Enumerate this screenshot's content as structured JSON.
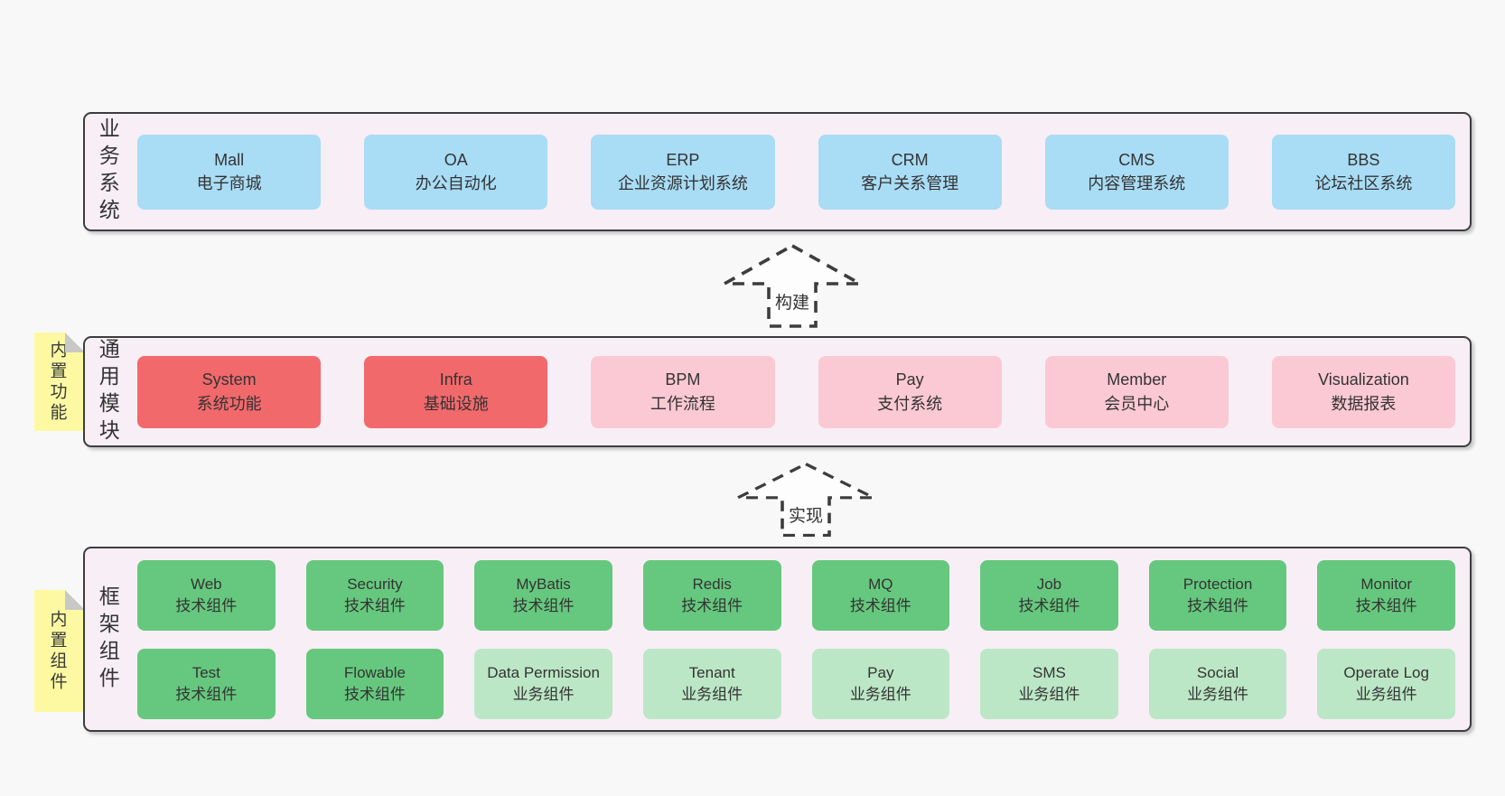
{
  "colors": {
    "blue": "#a9dcf5",
    "red": "#f2696c",
    "pink": "#fbc9d3",
    "green": "#66c87e",
    "lightgreen": "#bce7c6",
    "band": "#f8eef6",
    "note": "#fcf9a2",
    "fold": "#c8c8c6",
    "border": "#3d3d3d",
    "text": "#333333",
    "page": "#f8f8f8"
  },
  "arrows": [
    {
      "label": "构建"
    },
    {
      "label": "实现"
    }
  ],
  "bands": [
    {
      "id": "business-systems",
      "side_label": "业务系统",
      "rows": [
        {
          "boxes": [
            {
              "name": "Mall",
              "desc": "电子商城",
              "color": "blue"
            },
            {
              "name": "OA",
              "desc": "办公自动化",
              "color": "blue"
            },
            {
              "name": "ERP",
              "desc": "企业资源计划系统",
              "color": "blue"
            },
            {
              "name": "CRM",
              "desc": "客户关系管理",
              "color": "blue"
            },
            {
              "name": "CMS",
              "desc": "内容管理系统",
              "color": "blue"
            },
            {
              "name": "BBS",
              "desc": "论坛社区系统",
              "color": "blue"
            }
          ]
        }
      ]
    },
    {
      "id": "common-modules",
      "side_label": "通用模块",
      "note": "内置功能",
      "rows": [
        {
          "boxes": [
            {
              "name": "System",
              "desc": "系统功能",
              "color": "red"
            },
            {
              "name": "Infra",
              "desc": "基础设施",
              "color": "red"
            },
            {
              "name": "BPM",
              "desc": "工作流程",
              "color": "pink"
            },
            {
              "name": "Pay",
              "desc": "支付系统",
              "color": "pink"
            },
            {
              "name": "Member",
              "desc": "会员中心",
              "color": "pink"
            },
            {
              "name": "Visualization",
              "desc": "数据报表",
              "color": "pink"
            }
          ]
        }
      ]
    },
    {
      "id": "framework-components",
      "side_label": "框架组件",
      "note": "内置组件",
      "rows": [
        {
          "boxes": [
            {
              "name": "Web",
              "desc": "技术组件",
              "color": "green"
            },
            {
              "name": "Security",
              "desc": "技术组件",
              "color": "green"
            },
            {
              "name": "MyBatis",
              "desc": "技术组件",
              "color": "green"
            },
            {
              "name": "Redis",
              "desc": "技术组件",
              "color": "green"
            },
            {
              "name": "MQ",
              "desc": "技术组件",
              "color": "green"
            },
            {
              "name": "Job",
              "desc": "技术组件",
              "color": "green"
            },
            {
              "name": "Protection",
              "desc": "技术组件",
              "color": "green"
            },
            {
              "name": "Monitor",
              "desc": "技术组件",
              "color": "green"
            }
          ]
        },
        {
          "boxes": [
            {
              "name": "Test",
              "desc": "技术组件",
              "color": "green"
            },
            {
              "name": "Flowable",
              "desc": "技术组件",
              "color": "green"
            },
            {
              "name": "Data Permission",
              "desc": "业务组件",
              "color": "lightgreen"
            },
            {
              "name": "Tenant",
              "desc": "业务组件",
              "color": "lightgreen"
            },
            {
              "name": "Pay",
              "desc": "业务组件",
              "color": "lightgreen"
            },
            {
              "name": "SMS",
              "desc": "业务组件",
              "color": "lightgreen"
            },
            {
              "name": "Social",
              "desc": "业务组件",
              "color": "lightgreen"
            },
            {
              "name": "Operate Log",
              "desc": "业务组件",
              "color": "lightgreen"
            }
          ]
        }
      ]
    }
  ]
}
